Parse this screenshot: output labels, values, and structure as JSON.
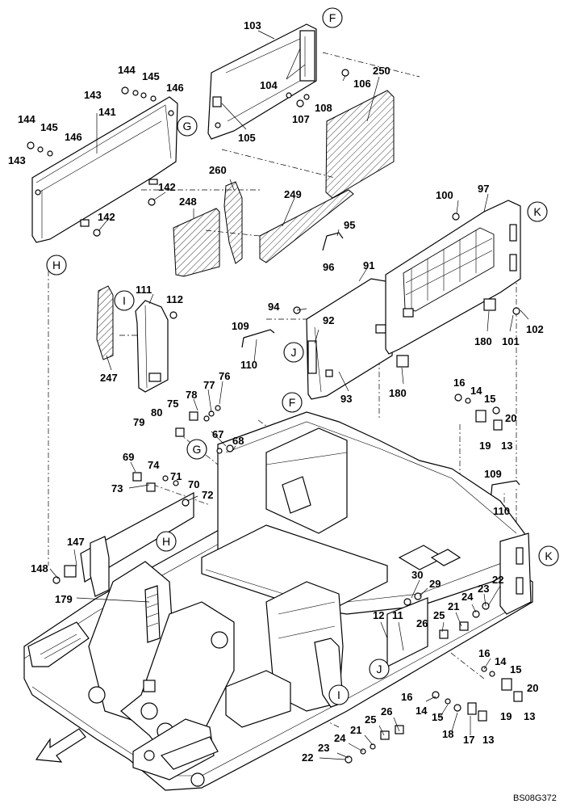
{
  "drawing_code": "BS08G372",
  "reference_markers": [
    "F",
    "G",
    "H",
    "I",
    "J",
    "K",
    "F",
    "G",
    "H",
    "I",
    "J",
    "K"
  ],
  "callouts": [
    "103",
    "104",
    "105",
    "106",
    "107",
    "108",
    "250",
    "143",
    "144",
    "145",
    "146",
    "141",
    "142",
    "142",
    "143",
    "144",
    "145",
    "146",
    "260",
    "249",
    "248",
    "100",
    "97",
    "95",
    "96",
    "91",
    "111",
    "112",
    "94",
    "92",
    "93",
    "247",
    "109",
    "110",
    "180",
    "180",
    "101",
    "102",
    "78",
    "77",
    "76",
    "75",
    "80",
    "79",
    "67",
    "68",
    "69",
    "74",
    "71",
    "70",
    "73",
    "72",
    "16",
    "14",
    "15",
    "20",
    "19",
    "13",
    "109",
    "110",
    "147",
    "148",
    "179",
    "30",
    "29",
    "12",
    "11",
    "25",
    "26",
    "21",
    "24",
    "23",
    "22",
    "16",
    "14",
    "15",
    "20",
    "19",
    "13",
    "16",
    "14",
    "15",
    "18",
    "17",
    "13",
    "26",
    "25",
    "21",
    "24",
    "23",
    "22"
  ]
}
